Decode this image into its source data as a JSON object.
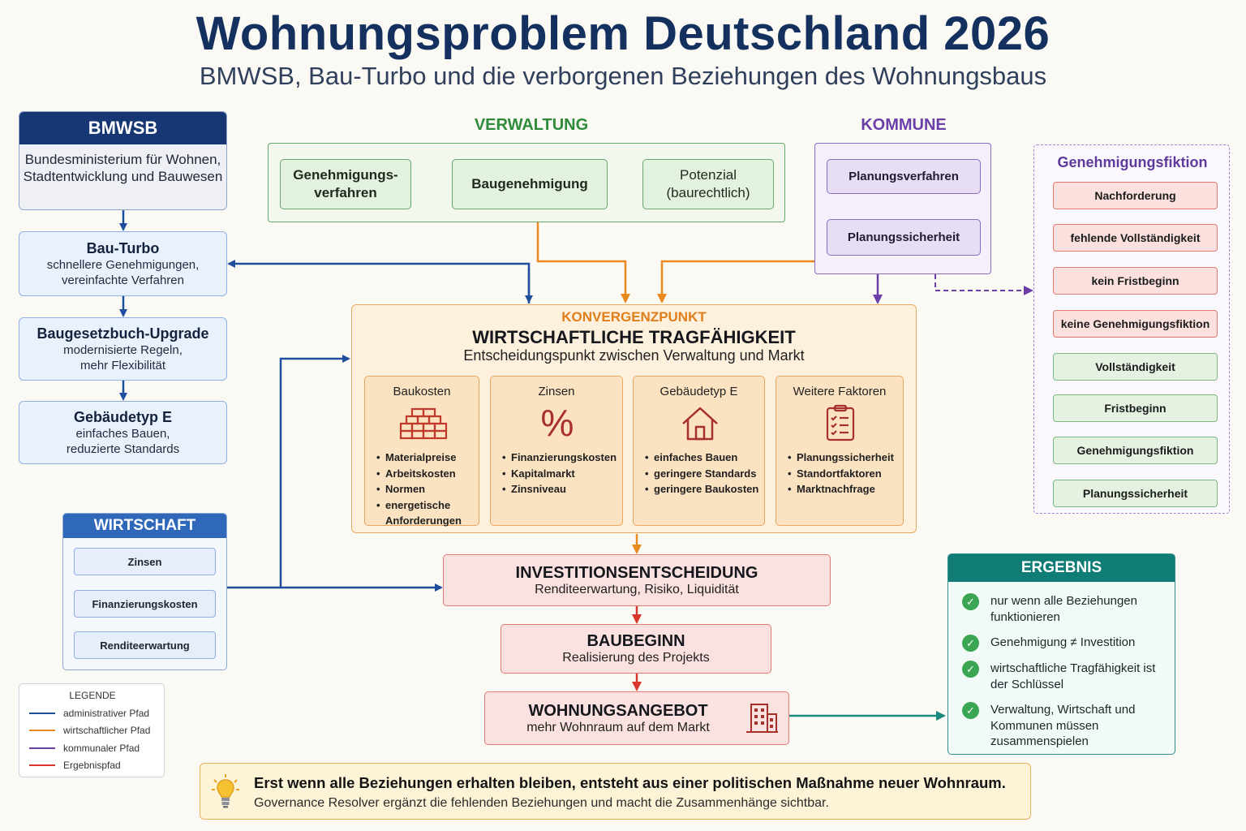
{
  "header": {
    "title": "Wohnungsproblem Deutschland 2026",
    "subtitle": "BMWSB, Bau-Turbo und die verborgenen Beziehungen des Wohnungsbaus"
  },
  "left_chain": {
    "bmwsb": {
      "title": "BMWSB",
      "text": "Bundesministerium für Wohnen, Stadtentwicklung und Bauwesen"
    },
    "bau_turbo": {
      "title": "Bau-Turbo",
      "text": "schnellere Genehmigungen, vereinfachte Verfahren"
    },
    "baugesetzbuch": {
      "title": "Baugesetzbuch-Upgrade",
      "text": "modernisierte Regeln, mehr Flexibilität"
    },
    "gebaeudetyp": {
      "title": "Gebäudetyp E",
      "text": "einfaches Bauen, reduzierte Standards"
    }
  },
  "verwaltung": {
    "title": "VERWALTUNG",
    "nodes": [
      "Genehmigungs-\nverfahren",
      "Baugenehmigung",
      "Potenzial\n(baurechtlich)"
    ]
  },
  "kommune": {
    "title": "KOMMUNE",
    "nodes": [
      "Planungsverfahren",
      "Planungssicherheit"
    ]
  },
  "genehmigungsfiktion": {
    "title": "Genehmigungsfiktion",
    "nodes": [
      {
        "label": "Nachforderung",
        "status": "red"
      },
      {
        "label": "fehlende Vollständigkeit",
        "status": "red"
      },
      {
        "label": "kein Fristbeginn",
        "status": "red"
      },
      {
        "label": "keine Genehmigungsfiktion",
        "status": "red"
      },
      {
        "label": "Vollständigkeit",
        "status": "green"
      },
      {
        "label": "Fristbeginn",
        "status": "green"
      },
      {
        "label": "Genehmigungsfiktion",
        "status": "green"
      },
      {
        "label": "Planungssicherheit",
        "status": "green"
      }
    ]
  },
  "konvergenz": {
    "kicker": "KONVERGENZPUNKT",
    "title": "WIRTSCHAFTLICHE TRAGFÄHIGKEIT",
    "subtitle": "Entscheidungspunkt zwischen Verwaltung und Markt",
    "factors": [
      {
        "title": "Baukosten",
        "icon": "bricks-icon",
        "items": [
          "Materialpreise",
          "Arbeitskosten",
          "Normen",
          "energetische Anforderungen"
        ]
      },
      {
        "title": "Zinsen",
        "icon": "percent-icon",
        "glyph": "%",
        "items": [
          "Finanzierungskosten",
          "Kapitalmarkt",
          "Zinsniveau"
        ]
      },
      {
        "title": "Gebäudetyp E",
        "icon": "house-icon",
        "items": [
          "einfaches Bauen",
          "geringere Standards",
          "geringere Baukosten"
        ]
      },
      {
        "title": "Weitere Faktoren",
        "icon": "checklist-icon",
        "items": [
          "Planungssicherheit",
          "Standortfaktoren",
          "Marktnachfrage"
        ]
      }
    ]
  },
  "wirtschaft": {
    "title": "WIRTSCHAFT",
    "nodes": [
      "Zinsen",
      "Finanzierungskosten",
      "Renditeerwartung"
    ]
  },
  "flow": {
    "investition": {
      "title": "INVESTITIONSENTSCHEIDUNG",
      "text": "Renditeerwartung, Risiko, Liquidität"
    },
    "baubeginn": {
      "title": "BAUBEGINN",
      "text": "Realisierung des Projekts"
    },
    "wohnungsangebot": {
      "title": "WOHNUNGSANGEBOT",
      "text": "mehr Wohnraum auf dem Markt",
      "icon": "building-icon"
    }
  },
  "ergebnis": {
    "title": "ERGEBNIS",
    "items": [
      "nur wenn alle Beziehungen funktionieren",
      "Genehmigung ≠ Investition",
      "wirtschaftliche Tragfähigkeit ist der Schlüssel",
      "Verwaltung, Wirtschaft und Kommunen müssen zusammenspielen"
    ]
  },
  "legend": {
    "title": "LEGENDE",
    "items": [
      {
        "label": "administrativer Pfad",
        "color": "#1f4f9c"
      },
      {
        "label": "wirtschaftlicher Pfad",
        "color": "#e88a1f"
      },
      {
        "label": "kommunaler Pfad",
        "color": "#6b3fa8"
      },
      {
        "label": "Ergebnispfad",
        "color": "#d9362e"
      }
    ]
  },
  "footer": {
    "bold": "Erst wenn alle Beziehungen erhalten bleiben, entsteht aus einer politischen Maßnahme neuer Wohnraum.",
    "text": "Governance Resolver ergänzt die fehlenden Beziehungen und macht die Zusammenhänge sichtbar.",
    "icon": "lightbulb-icon"
  },
  "colors": {
    "navy": "#14305f",
    "admin_blue": "#1f4f9c",
    "economic_orange": "#e88a1f",
    "municipal_purple": "#6b3fa8",
    "result_red": "#d9362e",
    "result_teal": "#0f7d75",
    "green": "#2e8b3a"
  }
}
